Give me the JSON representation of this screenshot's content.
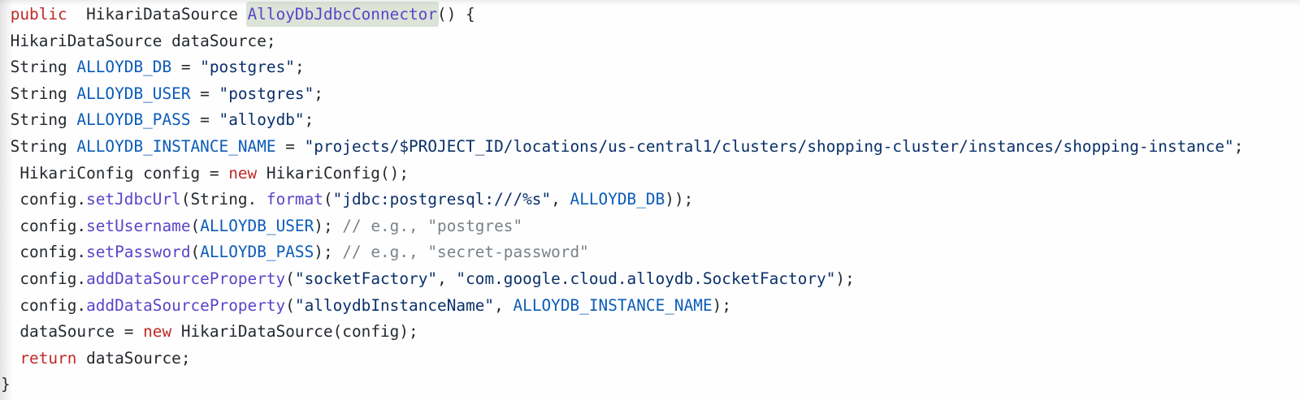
{
  "app": {
    "type": "code-snippet-viewer",
    "language": "java",
    "function_name": "AlloyDbJdbcConnector"
  },
  "highlight": {
    "token": "AlloyDbJdbcConnector",
    "background": "#dce3d7"
  },
  "colors": {
    "background": "#fefefe",
    "plain": "#24292e",
    "keyword": "#bf2b27",
    "constant": "#0b5cb8",
    "string": "#0a3069",
    "comment": "#7a8288",
    "function": "#5b44c8"
  },
  "code": {
    "lines": [
      [
        {
          "c": "pln",
          "t": " "
        },
        {
          "c": "kwd",
          "t": "public"
        },
        {
          "c": "pln",
          "t": "  HikariDataSource "
        },
        {
          "c": "fun",
          "t": "AlloyDbJdbcConnector",
          "hl": true
        },
        {
          "c": "pln",
          "t": "() {"
        }
      ],
      [
        {
          "c": "pln",
          "t": " HikariDataSource dataSource;"
        }
      ],
      [
        {
          "c": "pln",
          "t": " String "
        },
        {
          "c": "con",
          "t": "ALLOYDB_DB"
        },
        {
          "c": "pln",
          "t": " = "
        },
        {
          "c": "str",
          "t": "\"postgres\""
        },
        {
          "c": "pln",
          "t": ";"
        }
      ],
      [
        {
          "c": "pln",
          "t": " String "
        },
        {
          "c": "con",
          "t": "ALLOYDB_USER"
        },
        {
          "c": "pln",
          "t": " = "
        },
        {
          "c": "str",
          "t": "\"postgres\""
        },
        {
          "c": "pln",
          "t": ";"
        }
      ],
      [
        {
          "c": "pln",
          "t": " String "
        },
        {
          "c": "con",
          "t": "ALLOYDB_PASS"
        },
        {
          "c": "pln",
          "t": " = "
        },
        {
          "c": "str",
          "t": "\"alloydb\""
        },
        {
          "c": "pln",
          "t": ";"
        }
      ],
      [
        {
          "c": "pln",
          "t": " String "
        },
        {
          "c": "con",
          "t": "ALLOYDB_INSTANCE_NAME"
        },
        {
          "c": "pln",
          "t": " = "
        },
        {
          "c": "str",
          "t": "\"projects/$PROJECT_ID/locations/us-central1/clusters/shopping-cluster/instances/shopping-instance\""
        },
        {
          "c": "pln",
          "t": ";"
        }
      ],
      [
        {
          "c": "pln",
          "t": "  HikariConfig config = "
        },
        {
          "c": "kwd",
          "t": "new"
        },
        {
          "c": "pln",
          "t": " HikariConfig();"
        }
      ],
      [
        {
          "c": "pln",
          "t": "  config."
        },
        {
          "c": "fun",
          "t": "setJdbcUrl"
        },
        {
          "c": "pln",
          "t": "(String. "
        },
        {
          "c": "fun",
          "t": "format"
        },
        {
          "c": "pln",
          "t": "("
        },
        {
          "c": "str",
          "t": "\"jdbc:postgresql:///%s\""
        },
        {
          "c": "pln",
          "t": ", "
        },
        {
          "c": "con",
          "t": "ALLOYDB_DB"
        },
        {
          "c": "pln",
          "t": "));"
        }
      ],
      [
        {
          "c": "pln",
          "t": "  config."
        },
        {
          "c": "fun",
          "t": "setUsername"
        },
        {
          "c": "pln",
          "t": "("
        },
        {
          "c": "con",
          "t": "ALLOYDB_USER"
        },
        {
          "c": "pln",
          "t": "); "
        },
        {
          "c": "com",
          "t": "// e.g., \"postgres\""
        }
      ],
      [
        {
          "c": "pln",
          "t": "  config."
        },
        {
          "c": "fun",
          "t": "setPassword"
        },
        {
          "c": "pln",
          "t": "("
        },
        {
          "c": "con",
          "t": "ALLOYDB_PASS"
        },
        {
          "c": "pln",
          "t": "); "
        },
        {
          "c": "com",
          "t": "// e.g., \"secret-password\""
        }
      ],
      [
        {
          "c": "pln",
          "t": "  config."
        },
        {
          "c": "fun",
          "t": "addDataSourceProperty"
        },
        {
          "c": "pln",
          "t": "("
        },
        {
          "c": "str",
          "t": "\"socketFactory\""
        },
        {
          "c": "pln",
          "t": ", "
        },
        {
          "c": "str",
          "t": "\"com.google.cloud.alloydb.SocketFactory\""
        },
        {
          "c": "pln",
          "t": ");"
        }
      ],
      [
        {
          "c": "pln",
          "t": "  config."
        },
        {
          "c": "fun",
          "t": "addDataSourceProperty"
        },
        {
          "c": "pln",
          "t": "("
        },
        {
          "c": "str",
          "t": "\"alloydbInstanceName\""
        },
        {
          "c": "pln",
          "t": ", "
        },
        {
          "c": "con",
          "t": "ALLOYDB_INSTANCE_NAME"
        },
        {
          "c": "pln",
          "t": ");"
        }
      ],
      [
        {
          "c": "pln",
          "t": "  dataSource = "
        },
        {
          "c": "kwd",
          "t": "new"
        },
        {
          "c": "pln",
          "t": " HikariDataSource(config);"
        }
      ],
      [
        {
          "c": "pln",
          "t": "  "
        },
        {
          "c": "kwd",
          "t": "return"
        },
        {
          "c": "pln",
          "t": " dataSource;"
        }
      ],
      [
        {
          "c": "pln",
          "t": "}"
        }
      ]
    ]
  }
}
